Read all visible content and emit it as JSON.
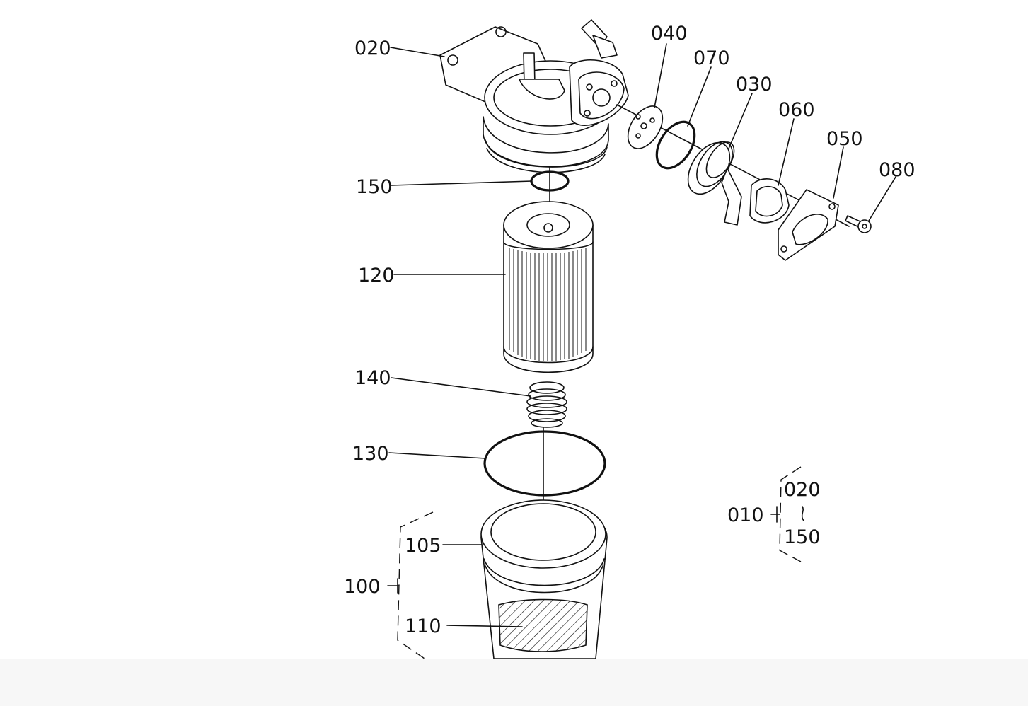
{
  "diagram": {
    "part_labels": {
      "p020": "020",
      "p040": "040",
      "p070": "070",
      "p030": "030",
      "p060": "060",
      "p050": "050",
      "p080": "080",
      "p150": "150",
      "p120": "120",
      "p140": "140",
      "p130": "130",
      "p105": "105",
      "p100": "100",
      "p110": "110"
    },
    "assembly": {
      "parent": "010",
      "from": "020",
      "to": "150"
    }
  }
}
